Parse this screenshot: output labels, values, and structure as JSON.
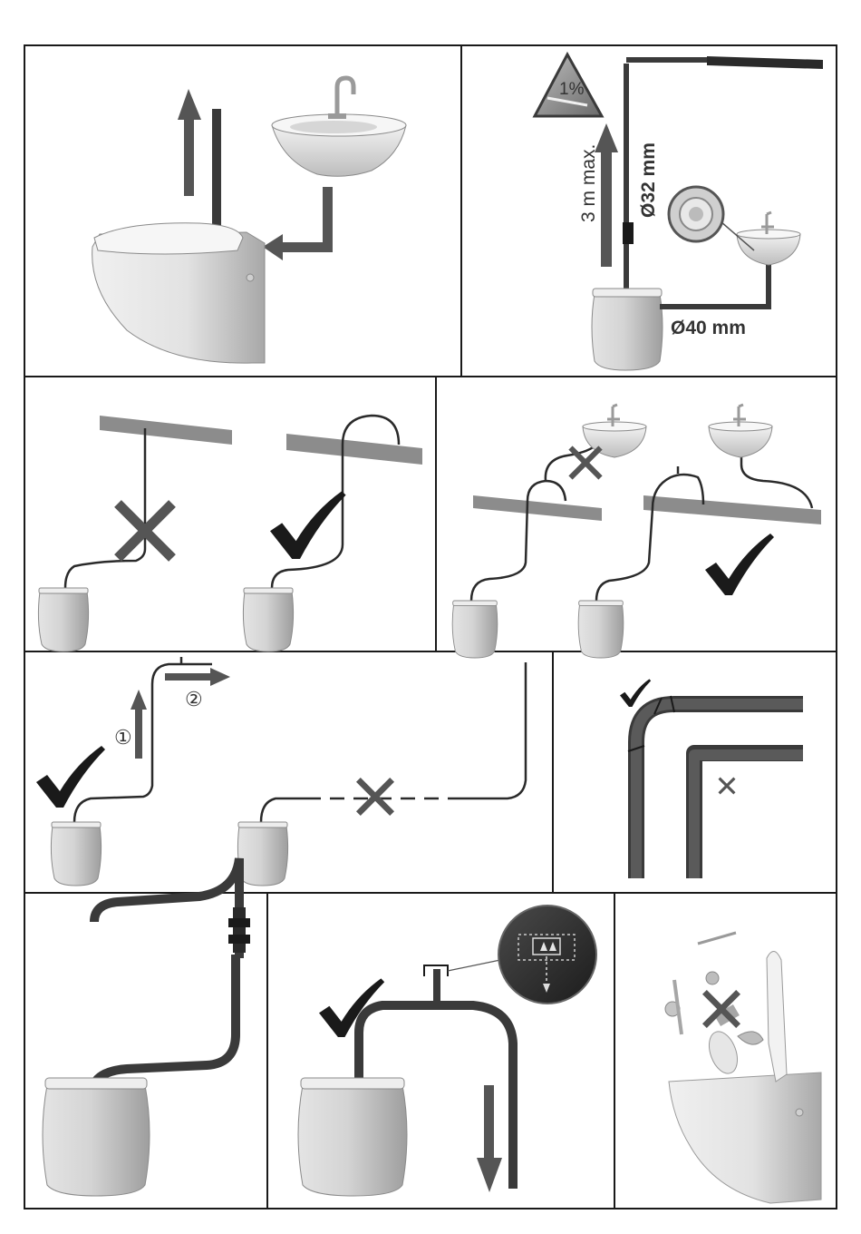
{
  "panels": [
    {
      "id": "wc-and-basin-connection"
    },
    {
      "id": "installation-dimensions",
      "slope_label": "1%",
      "max_height_label": "3 m max.",
      "discharge_diameter_label": "Ø32 mm",
      "inlet_diameter_label": "Ø40 mm"
    },
    {
      "id": "loop-over-joist-single",
      "status": [
        "wrong",
        "correct"
      ]
    },
    {
      "id": "loop-over-joist-basin",
      "status": [
        "wrong",
        "correct"
      ]
    },
    {
      "id": "rise-then-horizontal",
      "step_1_label": "①",
      "step_2_label": "②",
      "status": [
        "correct",
        "wrong"
      ]
    },
    {
      "id": "elbow-types",
      "status": [
        "correct",
        "wrong"
      ]
    },
    {
      "id": "pipe-connection"
    },
    {
      "id": "air-admittance-valve",
      "status": [
        "correct"
      ]
    },
    {
      "id": "forbidden-waste",
      "status": [
        "wrong"
      ]
    }
  ],
  "icons": {
    "correct": "check-mark-icon",
    "wrong": "cross-icon",
    "slope": "slope-warning-triangle-icon"
  },
  "colors": {
    "line": "#1a1a1a",
    "pipe": "#3a3a3a",
    "arrow": "#555555",
    "unit": "#d2d2d2",
    "beam": "#8c8c8c"
  }
}
